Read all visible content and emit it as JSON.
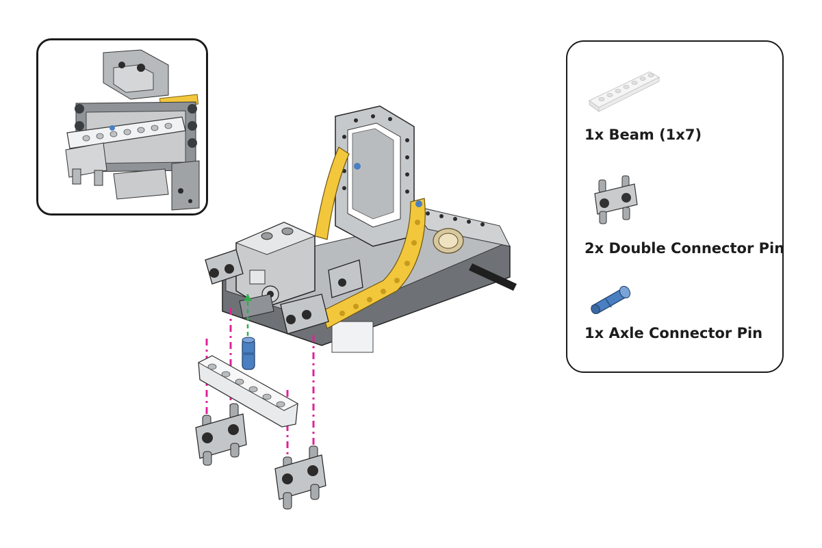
{
  "parts_list": {
    "items": [
      {
        "label": "1x Beam (1x7)",
        "icon": "beam-1x7"
      },
      {
        "label": "2x Double Connector Pin",
        "icon": "double-connector-pin"
      },
      {
        "label": "1x Axle Connector Pin",
        "icon": "axle-connector-pin"
      }
    ]
  },
  "colors": {
    "light_gray": "#d4d6d8",
    "mid_gray": "#a9acaf",
    "dark_gray": "#5e6266",
    "yellow": "#f2c73c",
    "blue": "#4a7fc1",
    "magenta_guide": "#e0219a",
    "green_guide": "#2fae4e",
    "outline": "#1a1a1a"
  }
}
